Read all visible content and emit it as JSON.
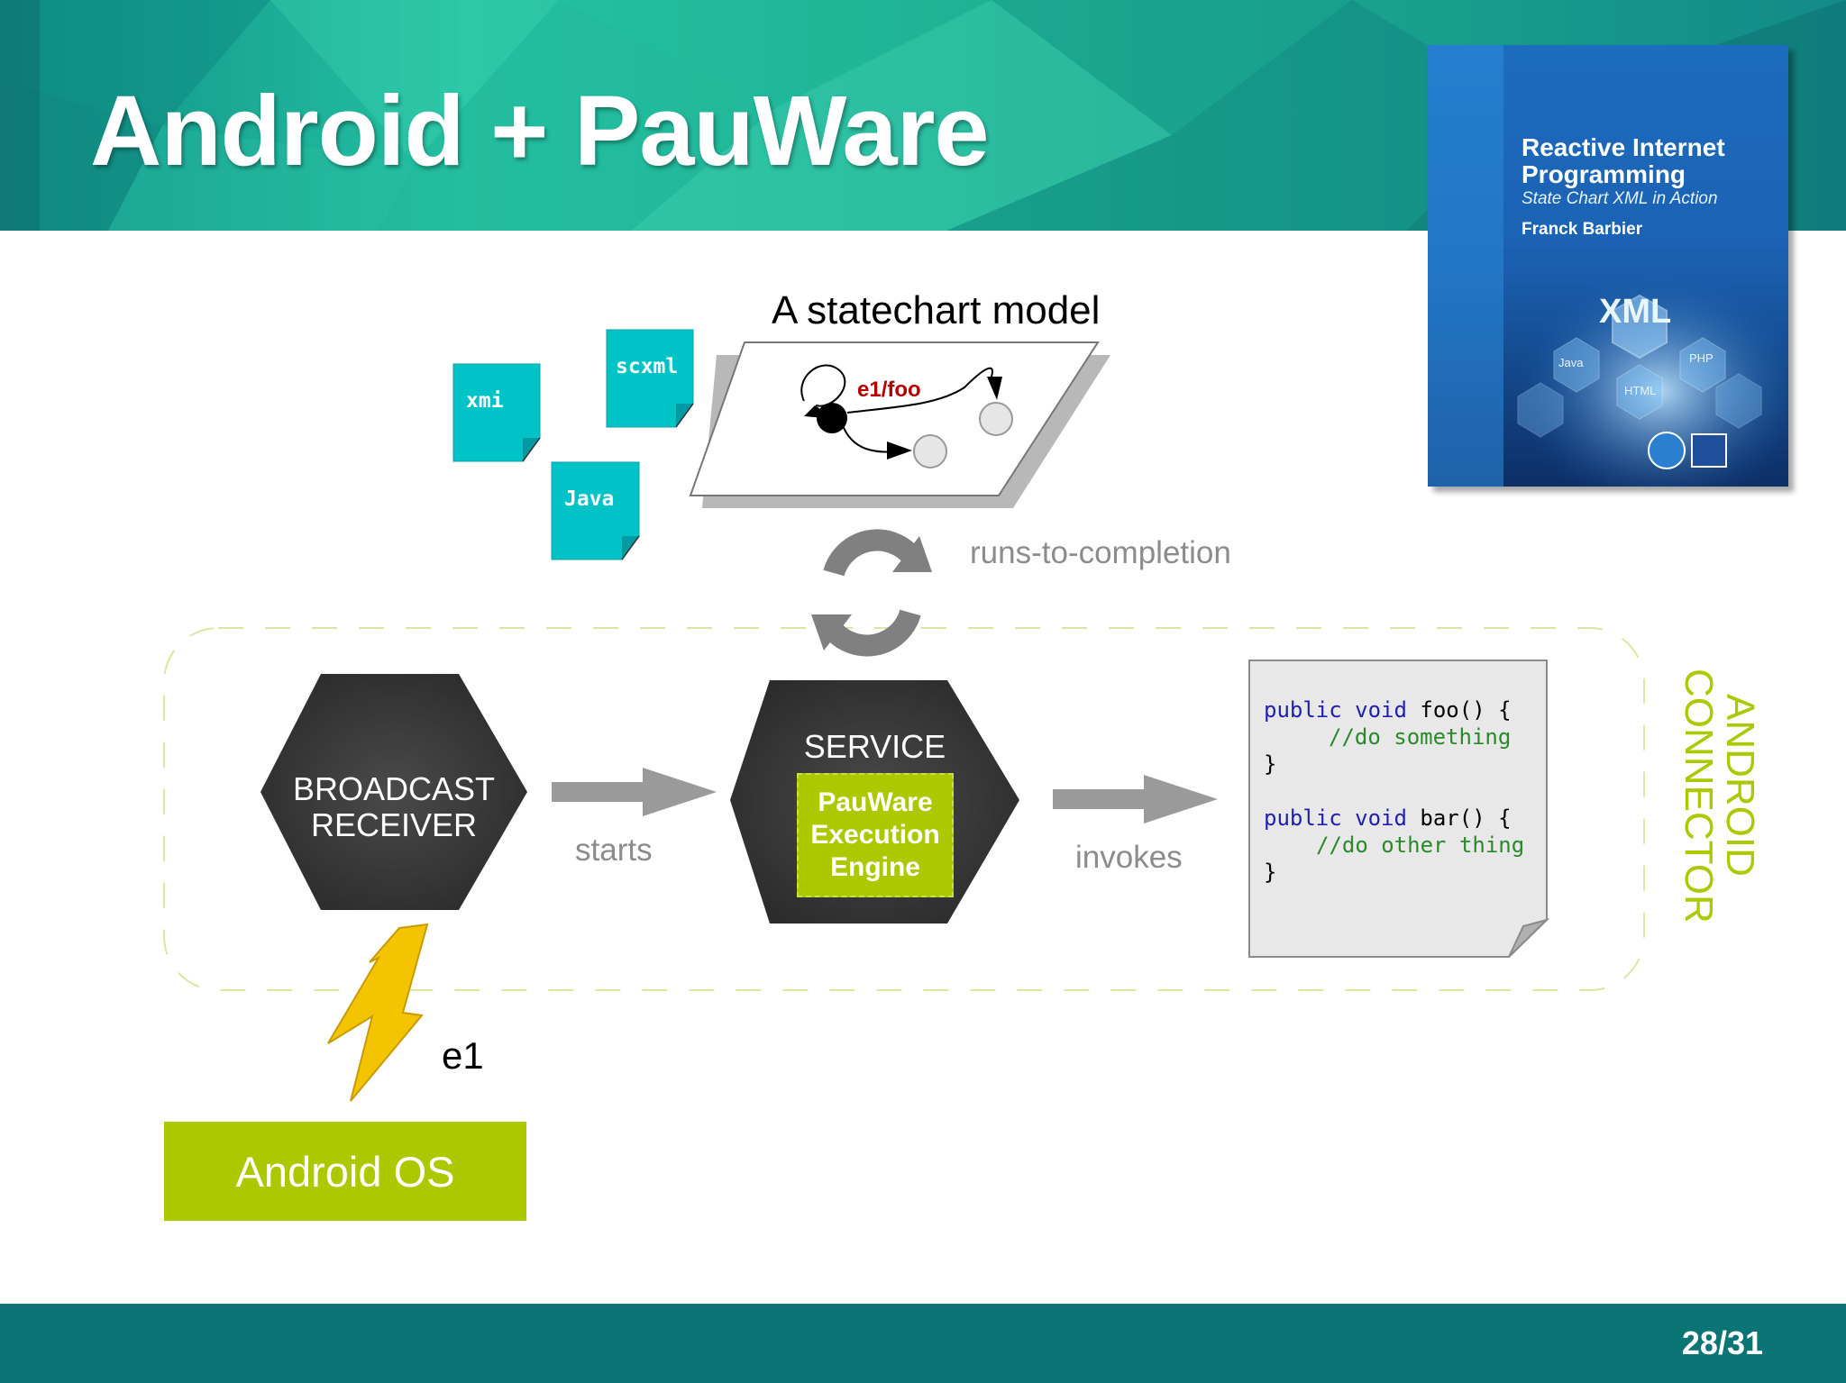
{
  "slide": {
    "title": "Android + PauWare",
    "page_number": "28/31"
  },
  "book": {
    "title_line1": "Reactive Internet",
    "title_line2": "Programming",
    "subtitle": "State Chart XML in Action",
    "author": "Franck Barbier",
    "cover_words": [
      "XML",
      "Java",
      "PHP",
      "HTML"
    ]
  },
  "model": {
    "heading": "A statechart model",
    "transition_label": "e1/foo"
  },
  "files": {
    "xmi": "xmi",
    "scxml": "scxml",
    "java": "Java"
  },
  "labels": {
    "runs_to_completion": "runs-to-completion",
    "starts": "starts",
    "invokes": "invokes",
    "event": "e1"
  },
  "broadcast": {
    "line1": "BROADCAST",
    "line2": "RECEIVER"
  },
  "service": {
    "label": "SERVICE",
    "engine_line1": "PauWare",
    "engine_line2": "Execution",
    "engine_line3": "Engine"
  },
  "code": {
    "line1_kw": "public void",
    "line1_rest": " foo() {",
    "line2": "//do something",
    "line3": "}",
    "line4_kw": "public void",
    "line4_rest": " bar() {",
    "line5": "//do other thing",
    "line6": "}"
  },
  "connector": {
    "line1": "ANDROID",
    "line2": "CONNECTOR"
  },
  "android_os": {
    "label": "Android OS"
  },
  "colors": {
    "accent_green": "#acc900",
    "teal_header": "#1fb59a",
    "footer_teal": "#0b7474",
    "file_cyan": "#00c3c8",
    "hex_dark": "#3a3a3a",
    "bolt_yellow": "#f5c400",
    "event_red": "#b30000"
  }
}
